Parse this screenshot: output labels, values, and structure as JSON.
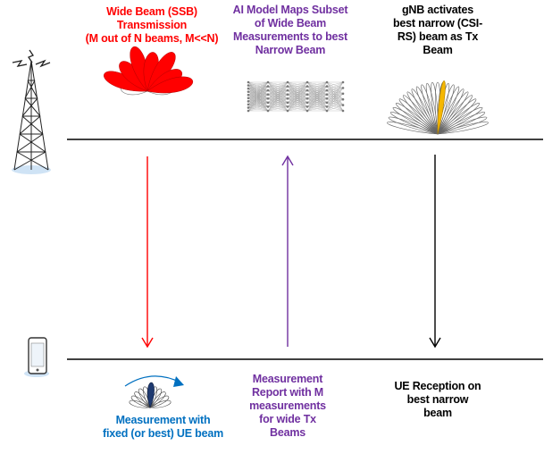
{
  "top_labels": {
    "wide_beam": "Wide Beam (SSB)\nTransmission\n(M out of N beams, M<<N)",
    "ai_model": "AI Model Maps Subset\nof Wide Beam\nMeasurements to best\nNarrow Beam",
    "gnb_activates": "gNB activates\nbest narrow (CSI-\nRS) beam as Tx\nBeam"
  },
  "bottom_labels": {
    "ue_measurement": "Measurement with\nfixed (or best) UE beam",
    "measurement_report": "Measurement\nReport with M\nmeasurements\nfor wide Tx\nBeams",
    "ue_reception": "UE Reception on\nbest narrow\nbeam"
  },
  "colors": {
    "red": "#ff0000",
    "purple": "#7030a0",
    "blue": "#0070c0",
    "black": "#000000",
    "highlight_beam": "#f5b700"
  },
  "icons": [
    "cell-tower-icon",
    "smartphone-icon",
    "wide-beam-pattern-icon",
    "neural-network-icon",
    "narrow-beam-fan-icon",
    "ue-beam-icon"
  ]
}
